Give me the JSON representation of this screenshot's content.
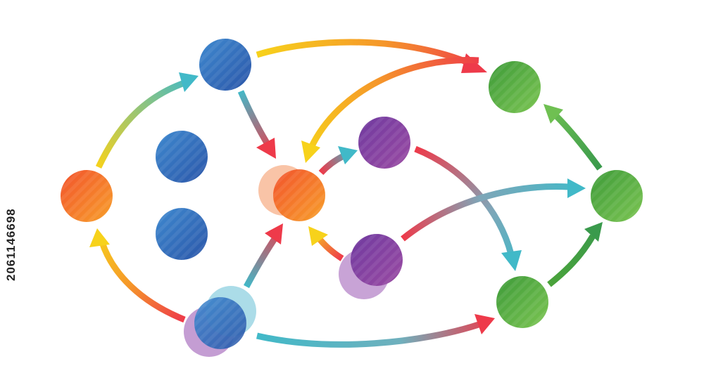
{
  "stock_id": "2061146698",
  "colors": {
    "blue": "#2f62b8",
    "blue_light": "#3f8ad0",
    "purple": "#7e3f9e",
    "purple_light": "#b07cc4",
    "orange": "#f26a2c",
    "orange_light": "#f7b08a",
    "green": "#4aa33a",
    "green_light": "#6fc052",
    "red": "#ee3a4a",
    "yellow": "#f7d21b",
    "teal": "#41b9c8"
  },
  "nodes": [
    {
      "id": "blue-top",
      "color": "blue"
    },
    {
      "id": "blue-mid-1",
      "color": "blue"
    },
    {
      "id": "blue-mid-2",
      "color": "blue"
    },
    {
      "id": "orange-left",
      "color": "orange"
    },
    {
      "id": "orange-center",
      "color": "orange"
    },
    {
      "id": "purple-top",
      "color": "purple"
    },
    {
      "id": "purple-bottom",
      "color": "purple"
    },
    {
      "id": "cluster-bottom-left",
      "color": "blue"
    },
    {
      "id": "green-top",
      "color": "green"
    },
    {
      "id": "green-right",
      "color": "green"
    },
    {
      "id": "green-bottom",
      "color": "green"
    }
  ],
  "edges": [
    {
      "from": "orange-left",
      "to": "blue-top"
    },
    {
      "from": "cluster-bottom-left",
      "to": "orange-left"
    },
    {
      "from": "blue-top",
      "to": "green-top"
    },
    {
      "from": "blue-top",
      "to": "orange-center"
    },
    {
      "from": "green-top",
      "to": "orange-center"
    },
    {
      "from": "orange-center",
      "to": "purple-top"
    },
    {
      "from": "purple-top",
      "to": "green-bottom"
    },
    {
      "from": "purple-bottom",
      "to": "green-right"
    },
    {
      "from": "purple-bottom",
      "to": "orange-center"
    },
    {
      "from": "cluster-bottom-left",
      "to": "orange-center"
    },
    {
      "from": "cluster-bottom-left",
      "to": "green-bottom"
    },
    {
      "from": "green-bottom",
      "to": "green-right"
    },
    {
      "from": "green-right",
      "to": "green-top"
    }
  ]
}
